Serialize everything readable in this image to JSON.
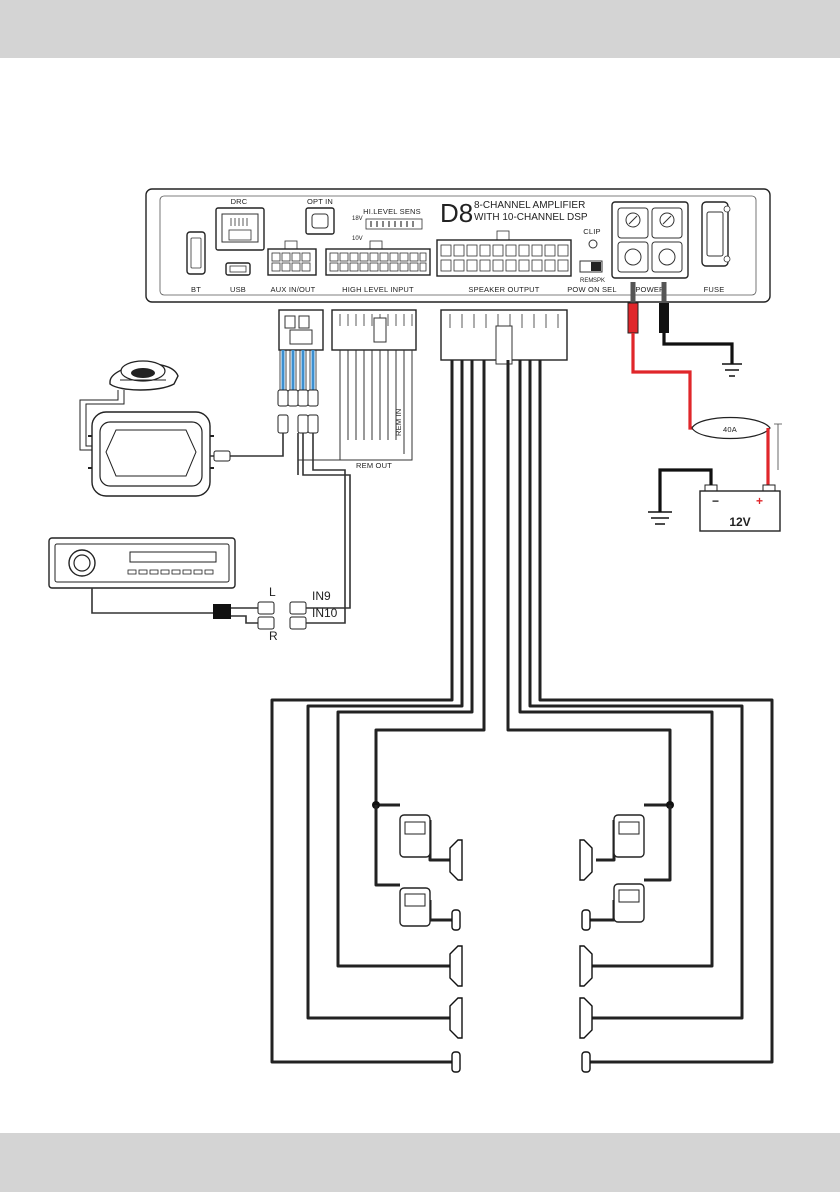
{
  "amplifier": {
    "model": "D8",
    "title_line1": "8-CHANNEL AMPLIFIER",
    "title_line2": "WITH 10-CHANNEL DSP",
    "labels": {
      "drc": "DRC",
      "opt_in": "OPT IN",
      "hilevel_sens": "HI.LEVEL SENS",
      "v18": "18V",
      "v10": "10V",
      "clip": "CLIP",
      "rem": "REM",
      "spk": "SPK",
      "bt": "BT",
      "usb": "USB",
      "aux": "AUX IN/OUT",
      "high_level": "HIGH LEVEL INPUT",
      "speaker_output": "SPEAKER OUTPUT",
      "pow_on_sel": "POW ON SEL",
      "power": "POWER",
      "fuse": "FUSE"
    }
  },
  "wiring": {
    "rem_in": "REM IN",
    "rem_out": "REM OUT",
    "in9": "IN9",
    "in10": "IN10",
    "left": "L",
    "right": "R",
    "fuse_rating": "40A",
    "battery_voltage": "12V",
    "battery_minus": "−",
    "battery_plus": "+"
  },
  "colors": {
    "band": "#d4d4d4",
    "power_wire": "#e0262a",
    "rca_blue": "#3b8fd0",
    "ground_wire": "#111111"
  }
}
